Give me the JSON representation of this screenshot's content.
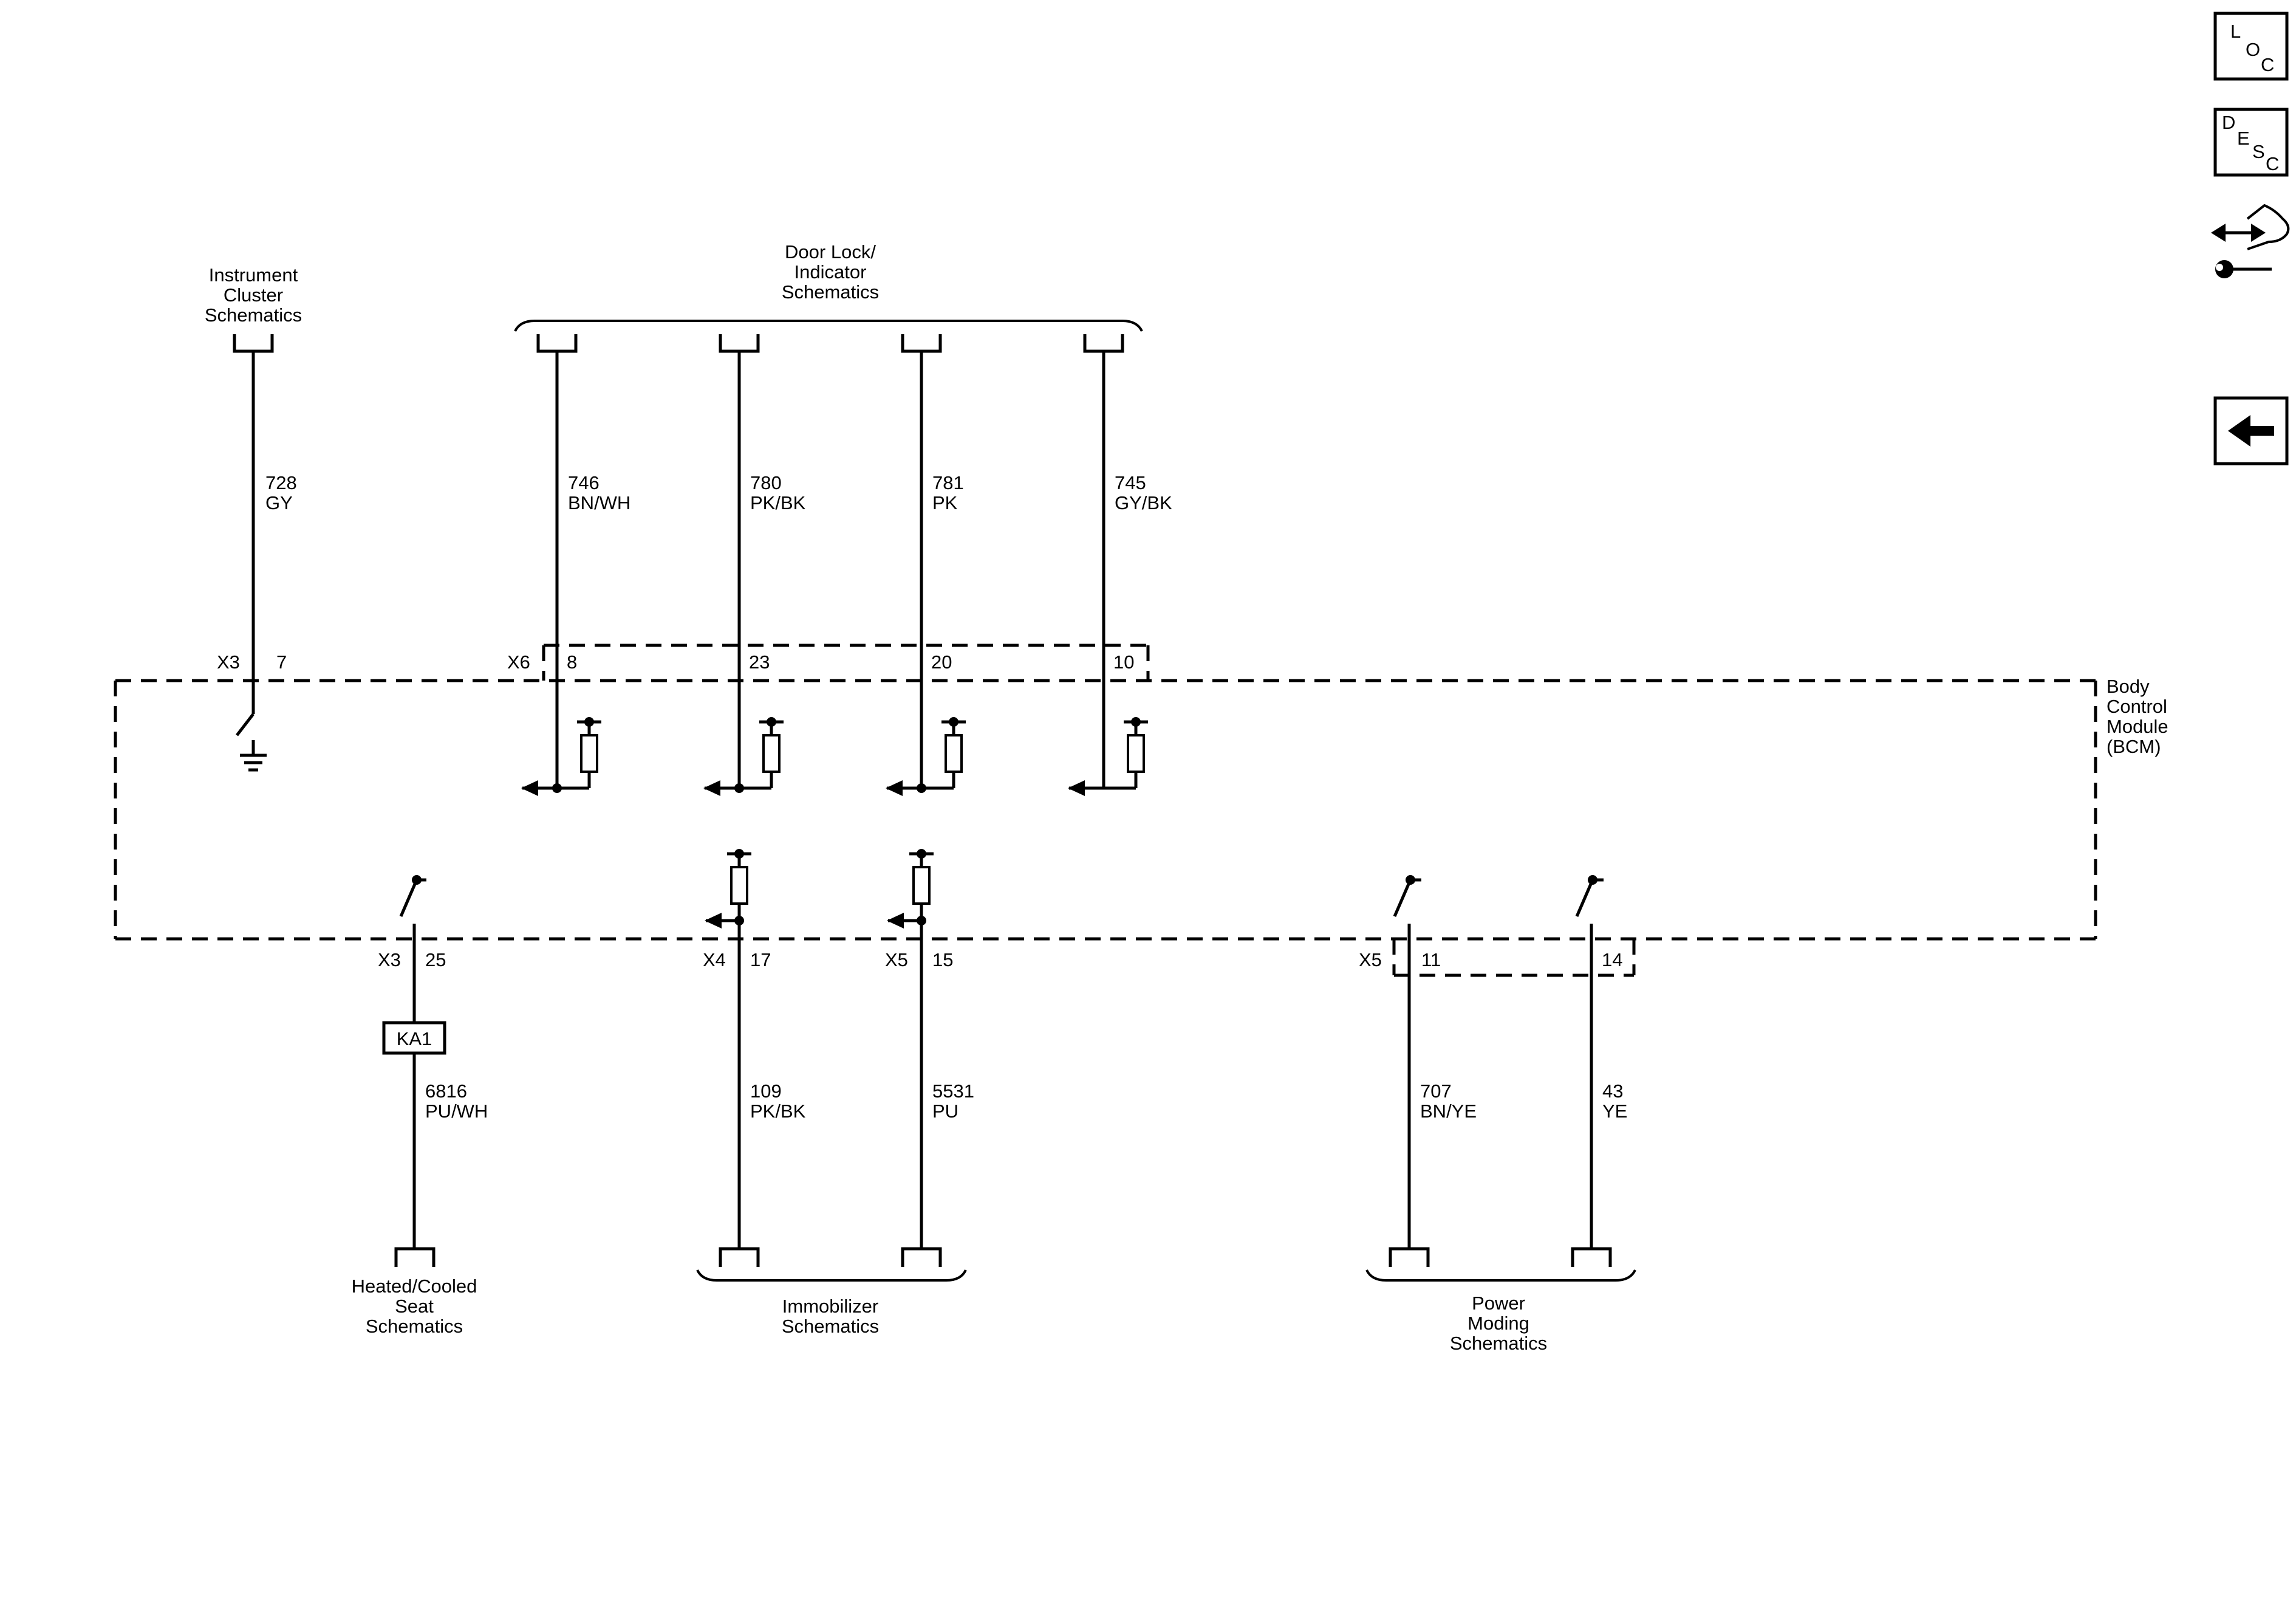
{
  "module": {
    "name": [
      "Body",
      "Control",
      "Module",
      "(BCM)"
    ]
  },
  "destinations": {
    "instrument_cluster": [
      "Instrument",
      "Cluster",
      "Schematics"
    ],
    "door_lock": [
      "Door Lock/",
      "Indicator",
      "Schematics"
    ],
    "heated_seat": [
      "Heated/Cooled",
      "Seat",
      "Schematics"
    ],
    "immobilizer": [
      "Immobilizer",
      "Schematics"
    ],
    "power_moding": [
      "Power",
      "Moding",
      "Schematics"
    ]
  },
  "circuits_top": [
    {
      "circuit": "728",
      "color": "GY",
      "connector": "X3",
      "pin": "7"
    },
    {
      "circuit": "746",
      "color": "BN/WH",
      "connector": "X6",
      "pin": "8"
    },
    {
      "circuit": "780",
      "color": "PK/BK",
      "connector": "",
      "pin": "23"
    },
    {
      "circuit": "781",
      "color": "PK",
      "connector": "",
      "pin": "20"
    },
    {
      "circuit": "745",
      "color": "GY/BK",
      "connector": "",
      "pin": "10"
    }
  ],
  "circuits_bottom": [
    {
      "circuit": "6816",
      "color": "PU/WH",
      "connector": "X3",
      "pin": "25"
    },
    {
      "circuit": "109",
      "color": "PK/BK",
      "connector": "X4",
      "pin": "17"
    },
    {
      "circuit": "5531",
      "color": "PU",
      "connector": "X5",
      "pin": "15"
    },
    {
      "circuit": "707",
      "color": "BN/YE",
      "connector": "X5",
      "pin": "11"
    },
    {
      "circuit": "43",
      "color": "YE",
      "connector": "",
      "pin": "14"
    }
  ],
  "inline_component": "KA1",
  "nav_buttons": {
    "loc": [
      "L",
      "O",
      "C"
    ],
    "desc": [
      "D",
      "E",
      "S",
      "C"
    ],
    "connector_icon": "connector-wrench-icon",
    "back_icon": "back-arrow-icon"
  }
}
